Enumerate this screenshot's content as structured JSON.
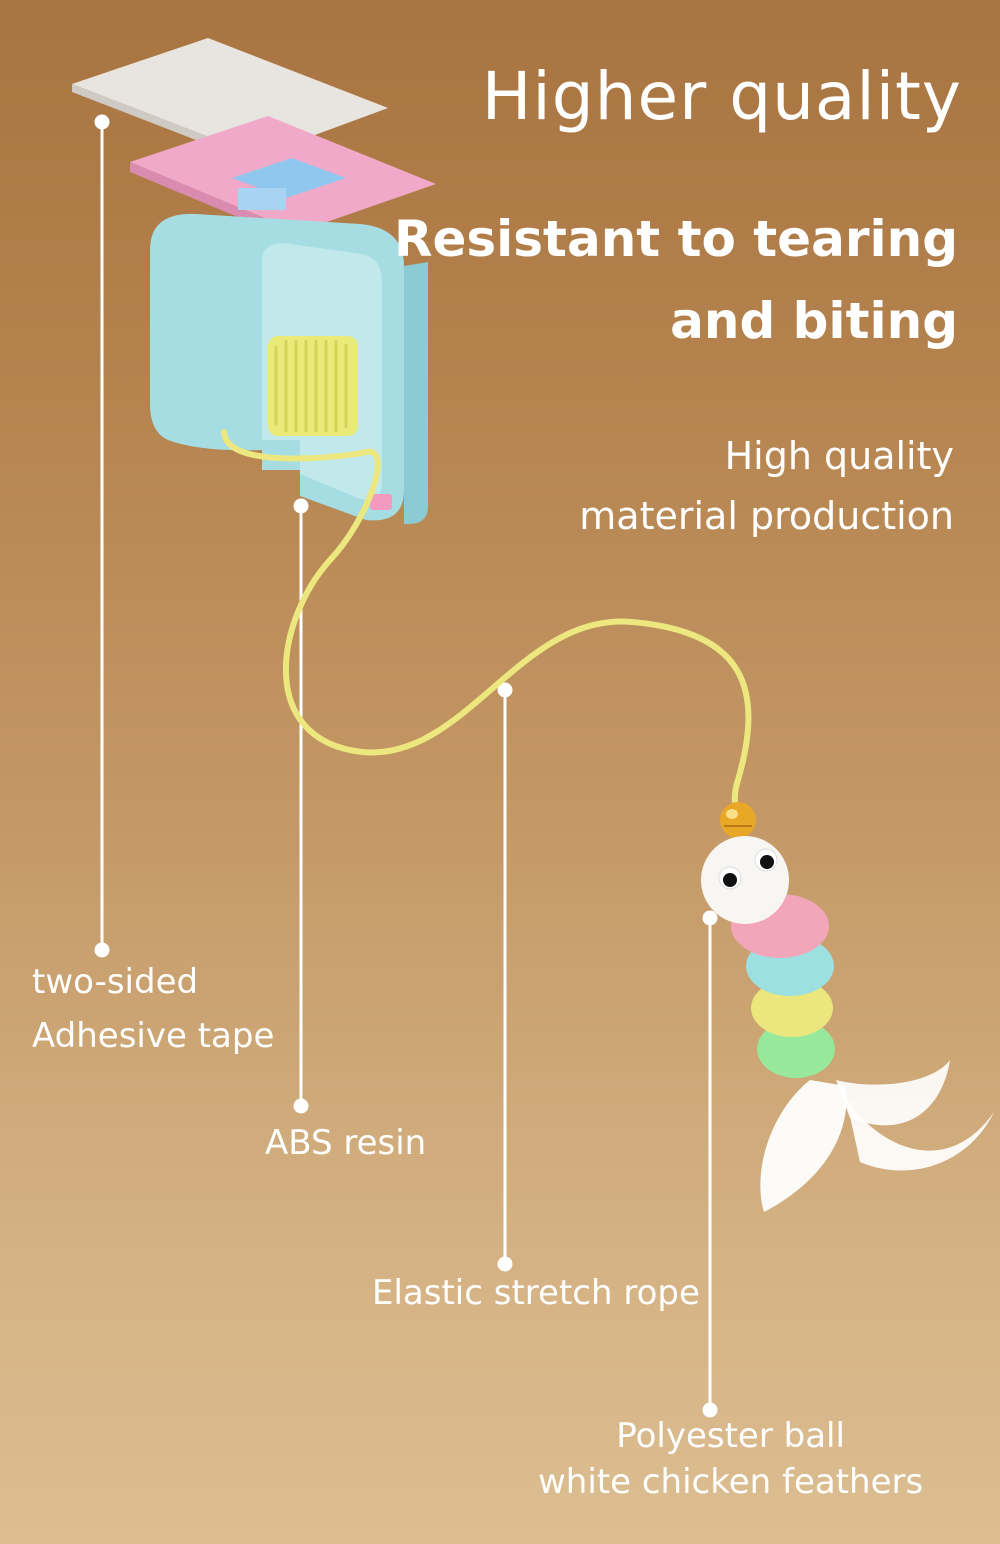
{
  "headline": {
    "title": "Higher quality",
    "subtitle_line1": "Resistant to tearing",
    "subtitle_line2": "and biting",
    "description_line1": "High quality",
    "description_line2": "material production"
  },
  "callouts": {
    "tape_line1": "two-sided",
    "tape_line2": "Adhesive tape",
    "abs": "ABS resin",
    "rope": "Elastic stretch rope",
    "poly_line1": "Polyester ball",
    "poly_line2": "white chicken feathers"
  },
  "colors": {
    "background_top": "#a87441",
    "background_bottom": "#dcbe92",
    "text": "#ffffff",
    "housing": "#a9dde3",
    "mount_plate": "#f0a9c8",
    "spring": "#ecec7a",
    "rope": "#ece77f"
  },
  "icons": [
    "adhesive-pad",
    "cat-toy-housing",
    "spring-coil",
    "elastic-rope",
    "bell-icon",
    "caterpillar-toy",
    "feather-icon"
  ]
}
